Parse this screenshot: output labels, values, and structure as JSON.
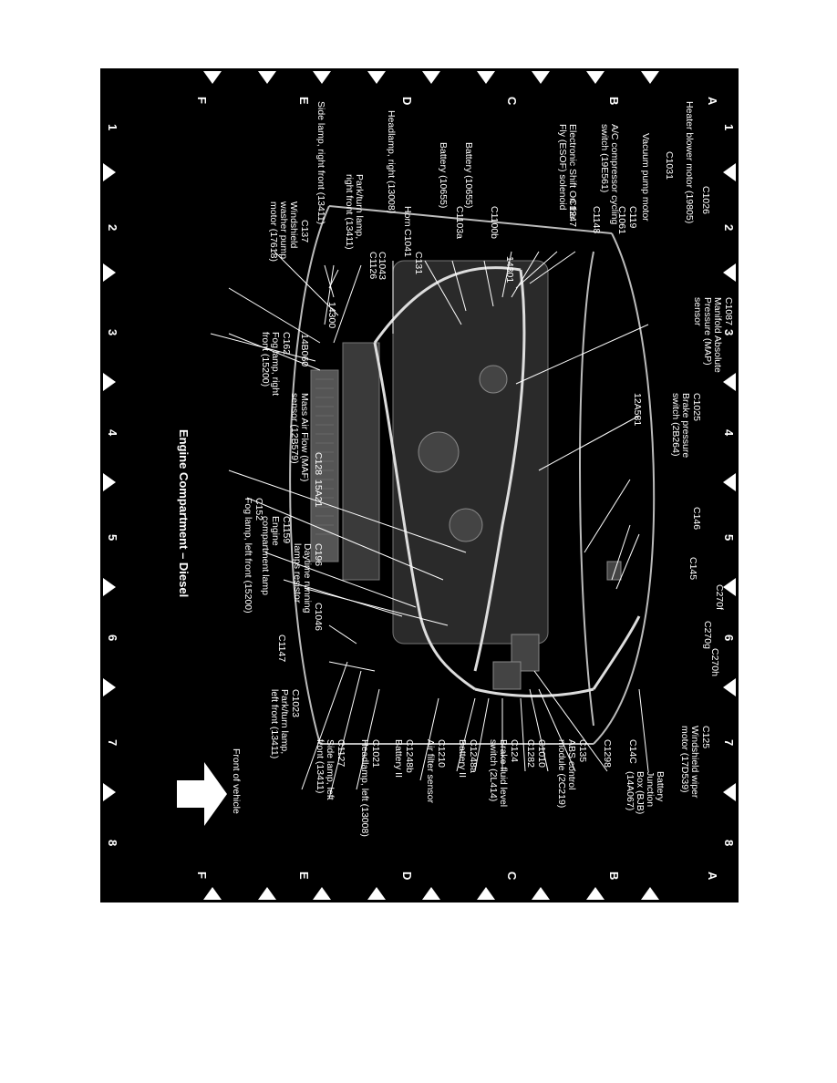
{
  "diagram": {
    "title": "Engine Compartment – Diesel",
    "front_label": "Front of vehicle",
    "grid_columns": [
      "1",
      "2",
      "3",
      "4",
      "5",
      "6",
      "7",
      "8"
    ],
    "grid_rows": [
      "A",
      "B",
      "C",
      "D",
      "E",
      "F"
    ],
    "labels": {
      "heater": "Heater blower motor (19805)",
      "c1026": "C1026",
      "c1031": "C1031",
      "c119": "C119",
      "vacuum": "Vacuum pump motor",
      "c1061": "C1061",
      "ac_switch": "A/C compressor cycling\nswitch (19E561)",
      "c1148": "C1148",
      "c1247": "C1247",
      "esof": "Electronic Shift On the\nFly (ESOF) solenoid",
      "c1087": "C1087",
      "map": "Manifold Absolute\nPressure (MAP)\nsensor",
      "c1025": "C1025",
      "brake_press": "Brake pressure\nswitch (2B264)",
      "12a581": "12A581",
      "c146": "C146",
      "c145": "C145",
      "c270f": "C270f",
      "c270g": "C270g",
      "c270h": "C270h",
      "c125": "C125",
      "wiper": "Windshield wiper\nmotor (17D539)",
      "bjb": "Battery\nJunction\nBox (BJB)\n(14A067)",
      "c14c": "C14C",
      "c1298": "C1298",
      "c135": "C135",
      "abs": "ABS control\nmodule (2C219)",
      "c1010": "C1010",
      "c1282": "C1282",
      "c124": "C124",
      "brake_fluid": "Brake fluid level\nswitch (2L414)",
      "c1248a": "C1248a",
      "battery2": "Battery II",
      "c1210": "C1210",
      "air_filter": "Air filter sensor",
      "c1248b": "C1248b",
      "battery2b": "Battery II",
      "c1021": "C1021",
      "headlamp_left": "Headlamp, left (13008)",
      "c1127": "C1127",
      "side_left": "Side lamp, left\nfront (13411)",
      "c1023": "C1023",
      "park_left": "Park/turn lamp,\nleft front (13411)",
      "c1147": "C1147",
      "c1046": "C1046",
      "c196": "C196",
      "drl": "Daytime running\nlamps resistor",
      "c1159": "C1159",
      "comp_lamp": "Engine\ncompartment lamp",
      "c152": "C152",
      "fog_left": "Fog lamp, left front (15200)",
      "c128": "C128",
      "15a21": "15A21",
      "maf": "Mass Air Flow (MAF)\nsensor (12B579)",
      "14b060": "14B060",
      "c162": "C162",
      "fog_right": "Fog lamp, right\nfront (15200)",
      "14300": "14300",
      "c137": "C137",
      "washer": "Windshield\nwasher pump\nmotor (17618)",
      "c1043": "C1043",
      "park_right": "Park/turn lamp,\nright front (13411)",
      "c1126": "C1126",
      "c131": "C131",
      "c1041": "C1041",
      "horn": "Horn",
      "side_right": "Side lamp, right front (13411)",
      "headlamp_right": "Headlamp, right (13008)",
      "c1103a": "C1103a",
      "battery_r": "Battery (10655)",
      "c1100b": "C1100b",
      "battery_r2": "Battery (10655)",
      "14301": "14301"
    }
  }
}
